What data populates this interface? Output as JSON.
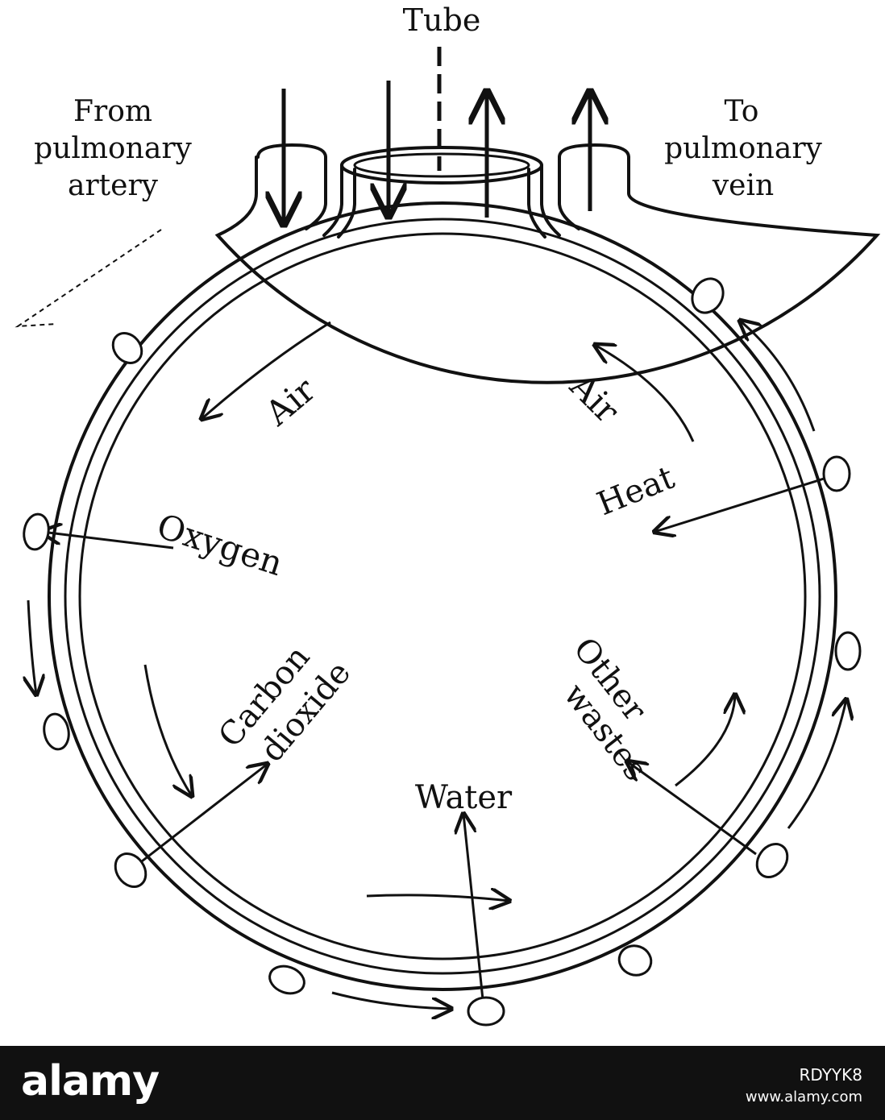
{
  "labels": {
    "tube": "Tube",
    "from_line1": "From",
    "from_line2": "pulmonary",
    "from_line3": "artery",
    "to_line1": "To",
    "to_line2": "pulmonary",
    "to_line3": "vein",
    "air_left": "Air",
    "air_right": "Air",
    "oxygen": "Oxygen",
    "heat": "Heat",
    "carbon_line1": "Carbon",
    "carbon_line2": "dioxide",
    "other_line1": "Other",
    "other_line2": "wastes",
    "water": "Water"
  },
  "footer": {
    "logo": "alamy",
    "image_id": "RDYYK8",
    "site": "www.alamy.com"
  },
  "colors": {
    "ink": "#111111",
    "footer_bg": "#111111"
  }
}
